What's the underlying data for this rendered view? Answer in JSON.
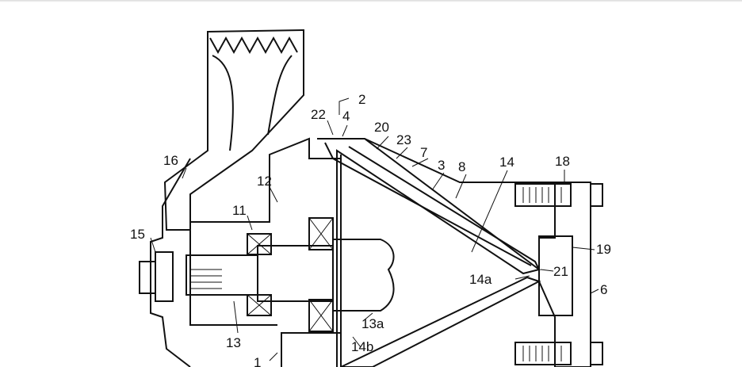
{
  "figure": {
    "labels": {
      "l2": "2",
      "l22": "22",
      "l4": "4",
      "l20": "20",
      "l23": "23",
      "l7": "7",
      "l3": "3",
      "l8": "8",
      "l14": "14",
      "l18": "18",
      "l16": "16",
      "l12": "12",
      "l11": "11",
      "l15": "15",
      "l19": "19",
      "l21": "21",
      "l14a": "14a",
      "l6": "6",
      "l13a": "13a",
      "l13": "13",
      "l14b": "14b",
      "l1": "1"
    }
  }
}
